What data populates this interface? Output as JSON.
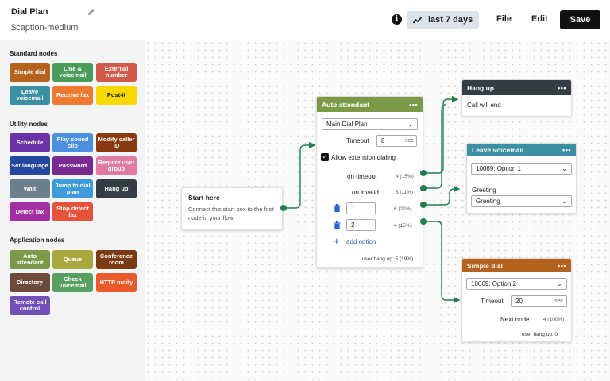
{
  "header": {
    "title": "Dial Plan",
    "caption": "$caption-medium",
    "range_label": "last 7 days",
    "info_glyph": "i",
    "file_label": "File",
    "edit_label": "Edit",
    "save_label": "Save"
  },
  "sidebar": {
    "standard_title": "Standard nodes",
    "standard": [
      {
        "label": "Simple dial",
        "color": "#b5621f"
      },
      {
        "label": "Line & voicemail",
        "color": "#4a9c5a"
      },
      {
        "label": "External number",
        "color": "#d25a4c"
      },
      {
        "label": "Leave voicemail",
        "color": "#3b8fa3"
      },
      {
        "label": "Receive fax",
        "color": "#ed7a31"
      },
      {
        "label": "Post-it",
        "color": "#f7d900",
        "text_color": "#111"
      }
    ],
    "utility_title": "Utility nodes",
    "utility": [
      {
        "label": "Schedule",
        "color": "#6a34a8"
      },
      {
        "label": "Play sound clip",
        "color": "#4a8fe0"
      },
      {
        "label": "Modify caller ID",
        "color": "#8a3a10"
      },
      {
        "label": "Set language",
        "color": "#23479e"
      },
      {
        "label": "Password",
        "color": "#7a2a93"
      },
      {
        "label": "Require user group",
        "color": "#e07aa0"
      },
      {
        "label": "Wait",
        "color": "#6d7e8c"
      },
      {
        "label": "Jump to dial plan",
        "color": "#3e9bd9"
      },
      {
        "label": "Hang up",
        "color": "#343c45"
      },
      {
        "label": "Detect fax",
        "color": "#a42ea3"
      },
      {
        "label": "Stop detect fax",
        "color": "#e8513a"
      }
    ],
    "application_title": "Application nodes",
    "application": [
      {
        "label": "Auto attendant",
        "color": "#7a9a48"
      },
      {
        "label": "Queue",
        "color": "#a8a83e"
      },
      {
        "label": "Conference room",
        "color": "#7a3a12"
      },
      {
        "label": "Directory",
        "color": "#6e4a3a"
      },
      {
        "label": "Check voicemail",
        "color": "#57a060"
      },
      {
        "label": "HTTP notify",
        "color": "#ea5a2a"
      },
      {
        "label": "Remote call control",
        "color": "#7250b8"
      }
    ]
  },
  "start": {
    "title": "Start here",
    "body": "Connect this start box to the first node in your flow."
  },
  "auto_attendant": {
    "title": "Auto attendant",
    "color": "#7a9a48",
    "plan_value": "Main Dial Plan",
    "timeout_label": "Timeout",
    "timeout_value": "8",
    "timeout_unit": "sec",
    "allow_label": "Allow extension dialing",
    "on_timeout_label": "on timeout",
    "on_timeout_stat": "4 (15%)",
    "on_invalid_label": "on invalid",
    "on_invalid_stat": "3 (11%)",
    "option1_value": "1",
    "option1_stat": "6 (22%)",
    "option2_value": "2",
    "option2_stat": "4 (15%)",
    "add_option_label": "add option",
    "hangup_stat": "user hang up: 5 (19%)"
  },
  "hang_up": {
    "title": "Hang up",
    "color": "#343c45",
    "body": "Call will end"
  },
  "leave_voicemail": {
    "title": "Leave voicemail",
    "color": "#3b8fa3",
    "select_value": "10069: Option 1",
    "greeting_label": "Greeting",
    "greeting_value": "Greeting"
  },
  "simple_dial": {
    "title": "Simple dial",
    "color": "#b5621f",
    "select_value": "10069: Option 2",
    "timeout_label": "Timeout",
    "timeout_value": "20",
    "timeout_unit": "sec",
    "next_label": "Next node",
    "next_stat": "4 (100%)",
    "hangup_stat": "user hang up: 0"
  },
  "icons": {
    "edit": "pencil-icon",
    "info": "info-icon",
    "trend": "trend-icon",
    "trash": "trash-icon",
    "chevron": "chevron-down-icon",
    "more": "more-icon",
    "plus": "plus-icon"
  },
  "colors": {
    "connector": "#1d7f4c",
    "link": "#2a62d8"
  }
}
